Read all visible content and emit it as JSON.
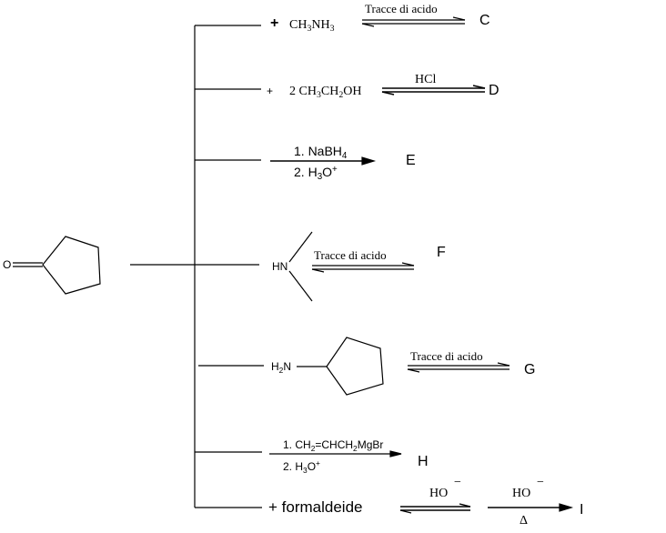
{
  "reactant": {
    "atom_label": "O",
    "name": "cyclopentanone"
  },
  "rows": [
    {
      "plus": "+",
      "reagent": [
        "CH",
        "3",
        "NH",
        "3"
      ],
      "condition": "Tracce di acido",
      "product": "C"
    },
    {
      "plus": "+",
      "reagent": [
        "2 CH",
        "3",
        "CH",
        "2",
        "OH"
      ],
      "condition": "HCl",
      "product": "D"
    },
    {
      "step1": [
        "1. NaBH",
        "4"
      ],
      "step2": [
        "2. H",
        "3",
        "O",
        "+"
      ],
      "product": "E"
    },
    {
      "amine_label": "HN",
      "condition": "Tracce di acido",
      "product": "F"
    },
    {
      "amine_label": [
        "H",
        "2",
        "N"
      ],
      "condition": "Tracce di acido",
      "product": "G"
    },
    {
      "step1": [
        "1. CH",
        "2",
        "=CHCH",
        "2",
        "MgBr"
      ],
      "step2": [
        "2. H",
        "3",
        "O",
        "+"
      ],
      "product": "H"
    },
    {
      "reagent": "+ formaldeide",
      "condition1": "HO",
      "condition1_charge": "−",
      "condition2": "HO",
      "condition2_charge": "−",
      "condition2_below": "Δ",
      "product": "I"
    }
  ]
}
